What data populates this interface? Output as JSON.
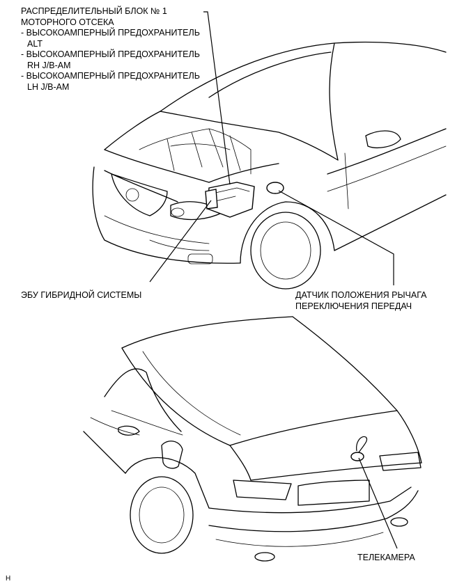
{
  "labels": {
    "junction_block": {
      "lines": [
        "РАСПРЕДЕЛИТЕЛЬНЫЙ БЛОК № 1",
        "МОТОРНОГО ОТСЕКА",
        "- ВЫСОКОАМПЕРНЫЙ ПРЕДОХРАНИТЕЛЬ",
        "ALT",
        "- ВЫСОКОАМПЕРНЫЙ ПРЕДОХРАНИТЕЛЬ",
        "RH J/B-AM",
        "- ВЫСОКОАМПЕРНЫЙ ПРЕДОХРАНИТЕЛЬ",
        "LH J/B-AM"
      ]
    },
    "hybrid_ecu": "ЭБУ ГИБРИДНОЙ СИСТЕМЫ",
    "shift_sensor": {
      "lines": [
        "ДАТЧИК ПОЛОЖЕНИЯ РЫЧАГА",
        "ПЕРЕКЛЮЧЕНИЯ ПЕРЕДАЧ"
      ]
    },
    "camera": "ТЕЛЕКАМЕРА",
    "corner_code": "H"
  }
}
